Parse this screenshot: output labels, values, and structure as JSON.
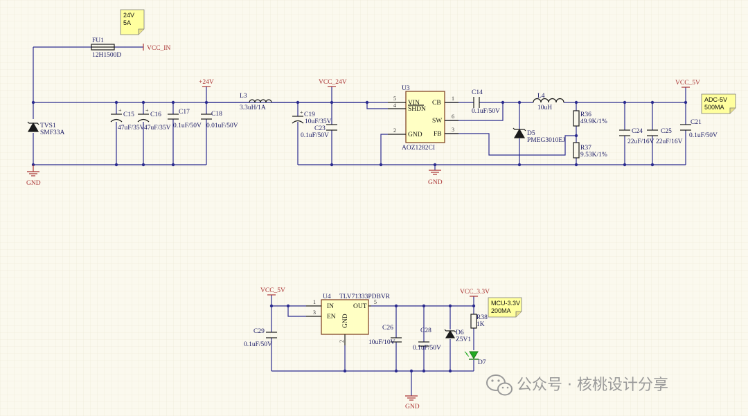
{
  "notes": {
    "in_rating": [
      "24V",
      "5A"
    ],
    "adc_rating": [
      "ADC-5V",
      "500MA"
    ],
    "mcu_rating": [
      "MCU-3.3V",
      "200MA"
    ]
  },
  "nets": {
    "vcc_in": "VCC_IN",
    "p24": "+24V",
    "vcc_24v": "VCC_24V",
    "vcc_5v_top": "VCC_5V",
    "vcc_5v_bottom": "VCC_5V",
    "vcc_3v3": "VCC_3.3V",
    "gnd_left": "GND",
    "gnd_mid": "GND",
    "gnd_bottom": "GND"
  },
  "parts": {
    "fu1": {
      "ref": "FU1",
      "value": "12H1500D"
    },
    "tvs1": {
      "ref": "TVS1",
      "value": "SMF33A"
    },
    "c15": {
      "ref": "C15",
      "value": "47uF/35V"
    },
    "c16": {
      "ref": "C16",
      "value": "47uF/35V"
    },
    "c17": {
      "ref": "C17",
      "value": "0.1uF/50V"
    },
    "c18": {
      "ref": "C18",
      "value": "0.01uF/50V"
    },
    "l3": {
      "ref": "L3",
      "value": "3.3uH/1A"
    },
    "c19": {
      "ref": "C19",
      "value": "10uF/35V"
    },
    "c23": {
      "ref": "C23",
      "value": "0.1uF/50V"
    },
    "u3": {
      "ref": "U3",
      "value": "AOZ1282CI",
      "pins": {
        "vin": "VIN",
        "shdn": "SHDN",
        "gnd": "GND",
        "cb": "CB",
        "sw": "SW",
        "fb": "FB"
      },
      "pin_numbers": {
        "vin": "5",
        "shdn": "4",
        "gnd": "2",
        "cb": "1",
        "sw": "6",
        "fb": "3"
      }
    },
    "c14": {
      "ref": "C14",
      "value": "0.1uF/50V"
    },
    "l4": {
      "ref": "L4",
      "value": "10uH"
    },
    "d5": {
      "ref": "D5",
      "value": "PMEG3010EJ"
    },
    "r36": {
      "ref": "R36",
      "value": "49.9K/1%"
    },
    "r37": {
      "ref": "R37",
      "value": "9.53K/1%"
    },
    "c24": {
      "ref": "C24",
      "value": "22uF/16V"
    },
    "c25": {
      "ref": "C25",
      "value": "22uF/16V"
    },
    "c21": {
      "ref": "C21",
      "value": "0.1uF/50V"
    },
    "u4": {
      "ref": "U4",
      "value": "TLV71333PDBVR",
      "pins": {
        "in": "IN",
        "en": "EN",
        "out": "OUT",
        "gnd": "GND"
      },
      "pin_numbers": {
        "in": "1",
        "en": "3",
        "out": "5",
        "gnd": "2"
      }
    },
    "c29": {
      "ref": "C29",
      "value": "0.1uF/50V"
    },
    "c26": {
      "ref": "C26",
      "value": "10uF/10V"
    },
    "c28": {
      "ref": "C28",
      "value": "0.1uF/50V"
    },
    "d6": {
      "ref": "D6",
      "value": "Z5V1"
    },
    "r38": {
      "ref": "R38",
      "value": "1K"
    },
    "d7": {
      "ref": "D7",
      "value": ""
    }
  },
  "watermark": "公众号 · 核桃设计分享",
  "colors": {
    "wire": "#2b2b8f",
    "net": "#a33333",
    "ic_fill": "#ffffc4",
    "note_fill": "#ffff9e",
    "led": "#22aa22"
  }
}
